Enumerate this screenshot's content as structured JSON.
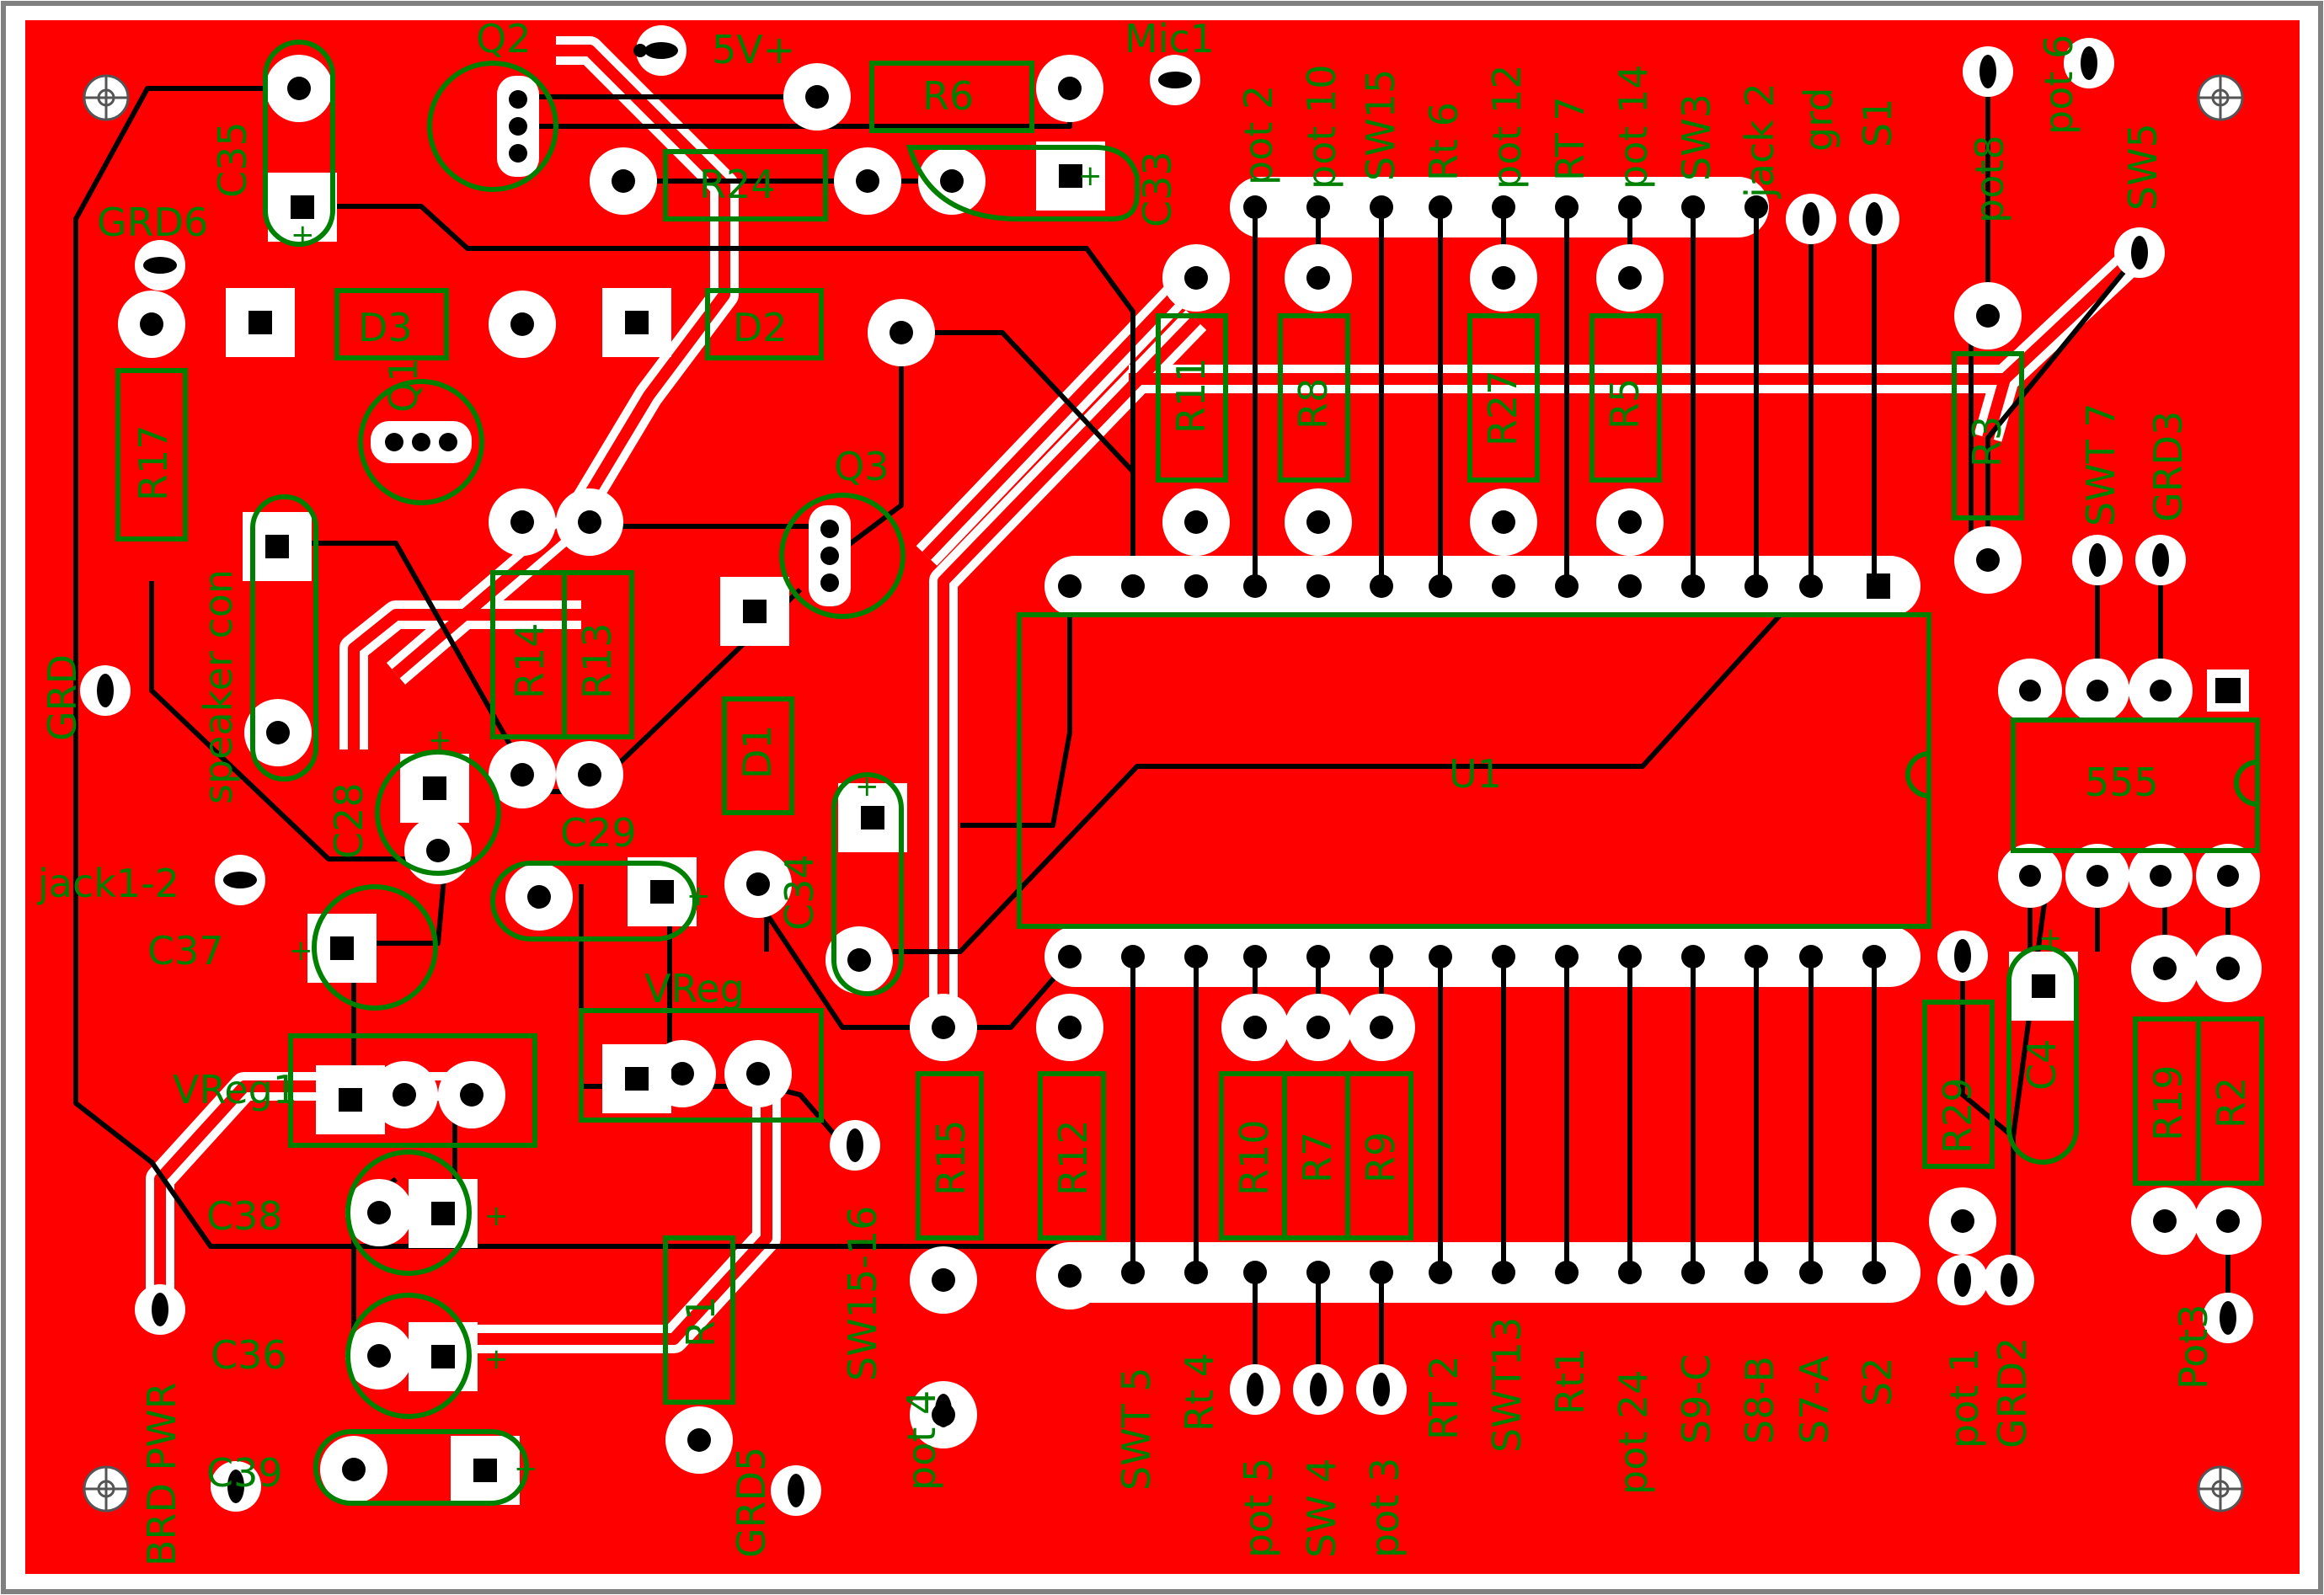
{
  "colors": {
    "background": "#ffffff",
    "board_fill": "#ff0000",
    "silkscreen": "#008000",
    "trace": "#000000",
    "pad": "#ffffff",
    "hole": "#000000",
    "outline": "#808080"
  },
  "components": {
    "Q2": "Q2",
    "C35": "C35",
    "GRD6": "GRD6",
    "D3": "D3",
    "Q1": "Q1",
    "R17": "R17",
    "speaker_con": "speaker con",
    "GRD": "GRD",
    "jack1_2": "jack1-2",
    "C28": "C28",
    "R14": "R14",
    "R13": "R13",
    "C37": "C37",
    "C29": "C29",
    "VReg1": "VReg1",
    "VReg": "VReg",
    "C38": "C38",
    "C36": "C36",
    "C39": "C39",
    "BRD_PWR": "BRD  PWR",
    "R1": "R1",
    "GRD5": "GRD5",
    "SW15_16": "SW15-16",
    "pot4": "pot  4",
    "R15": "R15",
    "R12": "R12",
    "R6": "R6",
    "R24": "R24",
    "D2": "D2",
    "Q3": "Q3",
    "D1": "D1",
    "C34": "C34",
    "C33": "C33",
    "V5": "5V+",
    "Mic1": "Mic1",
    "R11": "R11",
    "R8": "R8",
    "R27": "R27",
    "R5": "R5",
    "R3": "R3",
    "U1": "U1",
    "R10": "R10",
    "R7": "R7",
    "R9": "R9",
    "R29": "R29",
    "C4": "C4",
    "R19": "R19",
    "R2": "R2",
    "IC555": "555",
    "SWT7": "SWT  7",
    "GRD3": "GRD3",
    "SW5": "SW5",
    "pot8": "pot8",
    "pot6": "pot  6",
    "Pot3": "Pot3",
    "pot1": "pot  1",
    "GRD2": "GRD2"
  },
  "top_header_labels": [
    "pot  2",
    "pot  10",
    "SW15",
    "Rt  6",
    "pot  12",
    "RT  7",
    "pot  14",
    "SW3",
    "jack  2",
    "grd",
    "S1"
  ],
  "bottom_header_labels": [
    "SWT  5",
    "Rt  4",
    "RT  2",
    "SWT13",
    "Rt1",
    "pot  24",
    "S9-C",
    "S8-B",
    "S7-A",
    "S2"
  ],
  "bottom_vertical_labels": [
    "pot  5",
    "SW  4",
    "pot  3"
  ]
}
